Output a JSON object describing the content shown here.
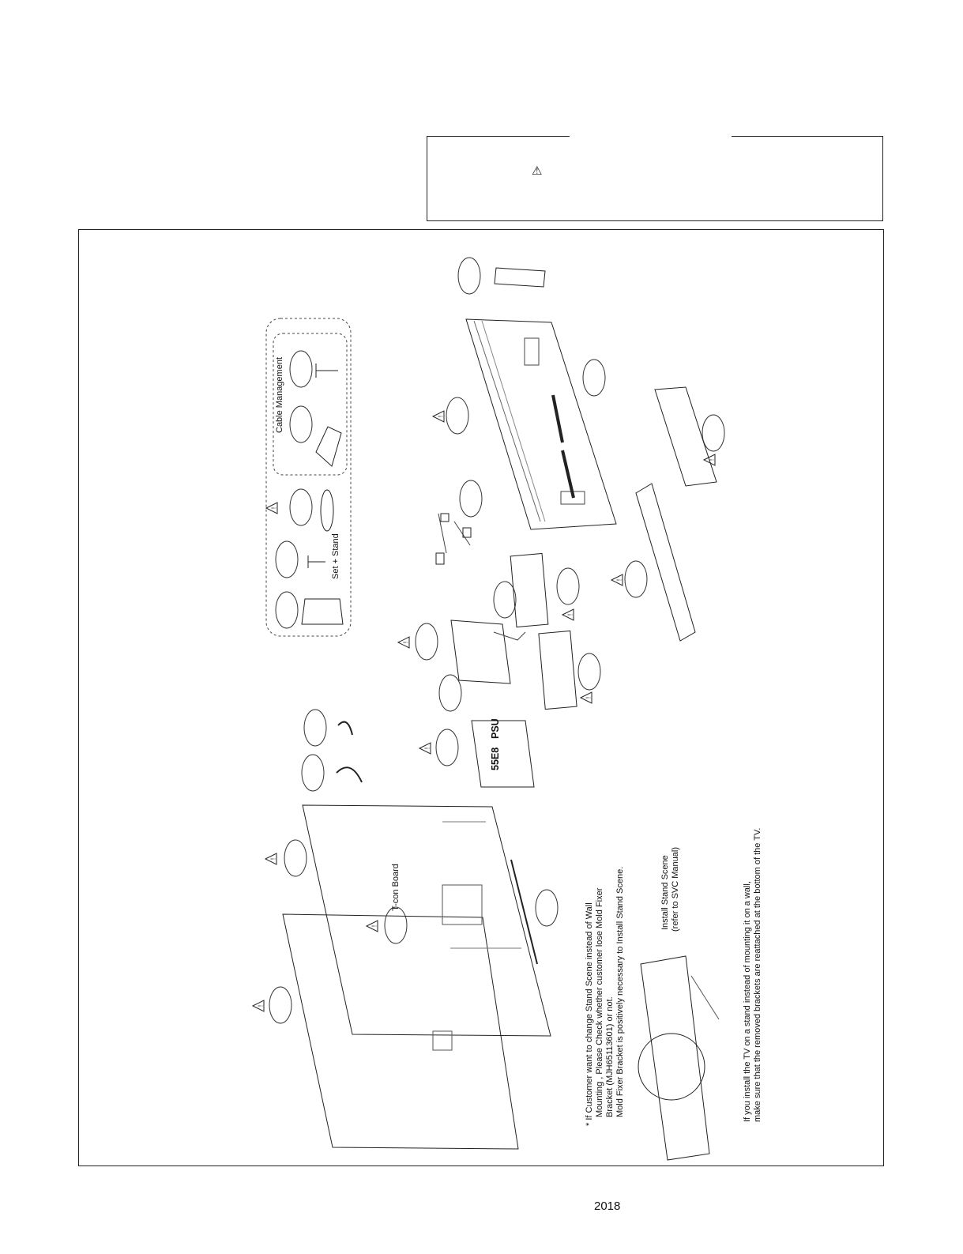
{
  "footer": {
    "year": "2018"
  },
  "labels": {
    "cable_management": "Cable Management",
    "set_stand": "Set + Stand",
    "tcon_board": "T-con Board",
    "psu": "PSU",
    "psu_model": "55E8"
  },
  "notes": {
    "wall_line1": "* If Customer want to change Stand Scene instead of Wall",
    "wall_line2": "Mounting , Please Check whether customer lose Mold Fixer",
    "wall_line3": "Bracket (MJH65113601) or not.",
    "wall_line4": "Mold Fixer Bracket is positively necessary to Install Stand Scene.",
    "install_line1": "Install Stand Scene",
    "install_line2": "(refer to SVC Manual)",
    "bottom_line1": "If you install the TV on a stand instead of mounting it on a wall,",
    "bottom_line2": "make sure that the removed brackets are reattached at the bottom of the TV."
  },
  "icons": [
    "warning-triangle-icon",
    "part-callout-circle",
    "screw-icon",
    "cable-icon"
  ]
}
